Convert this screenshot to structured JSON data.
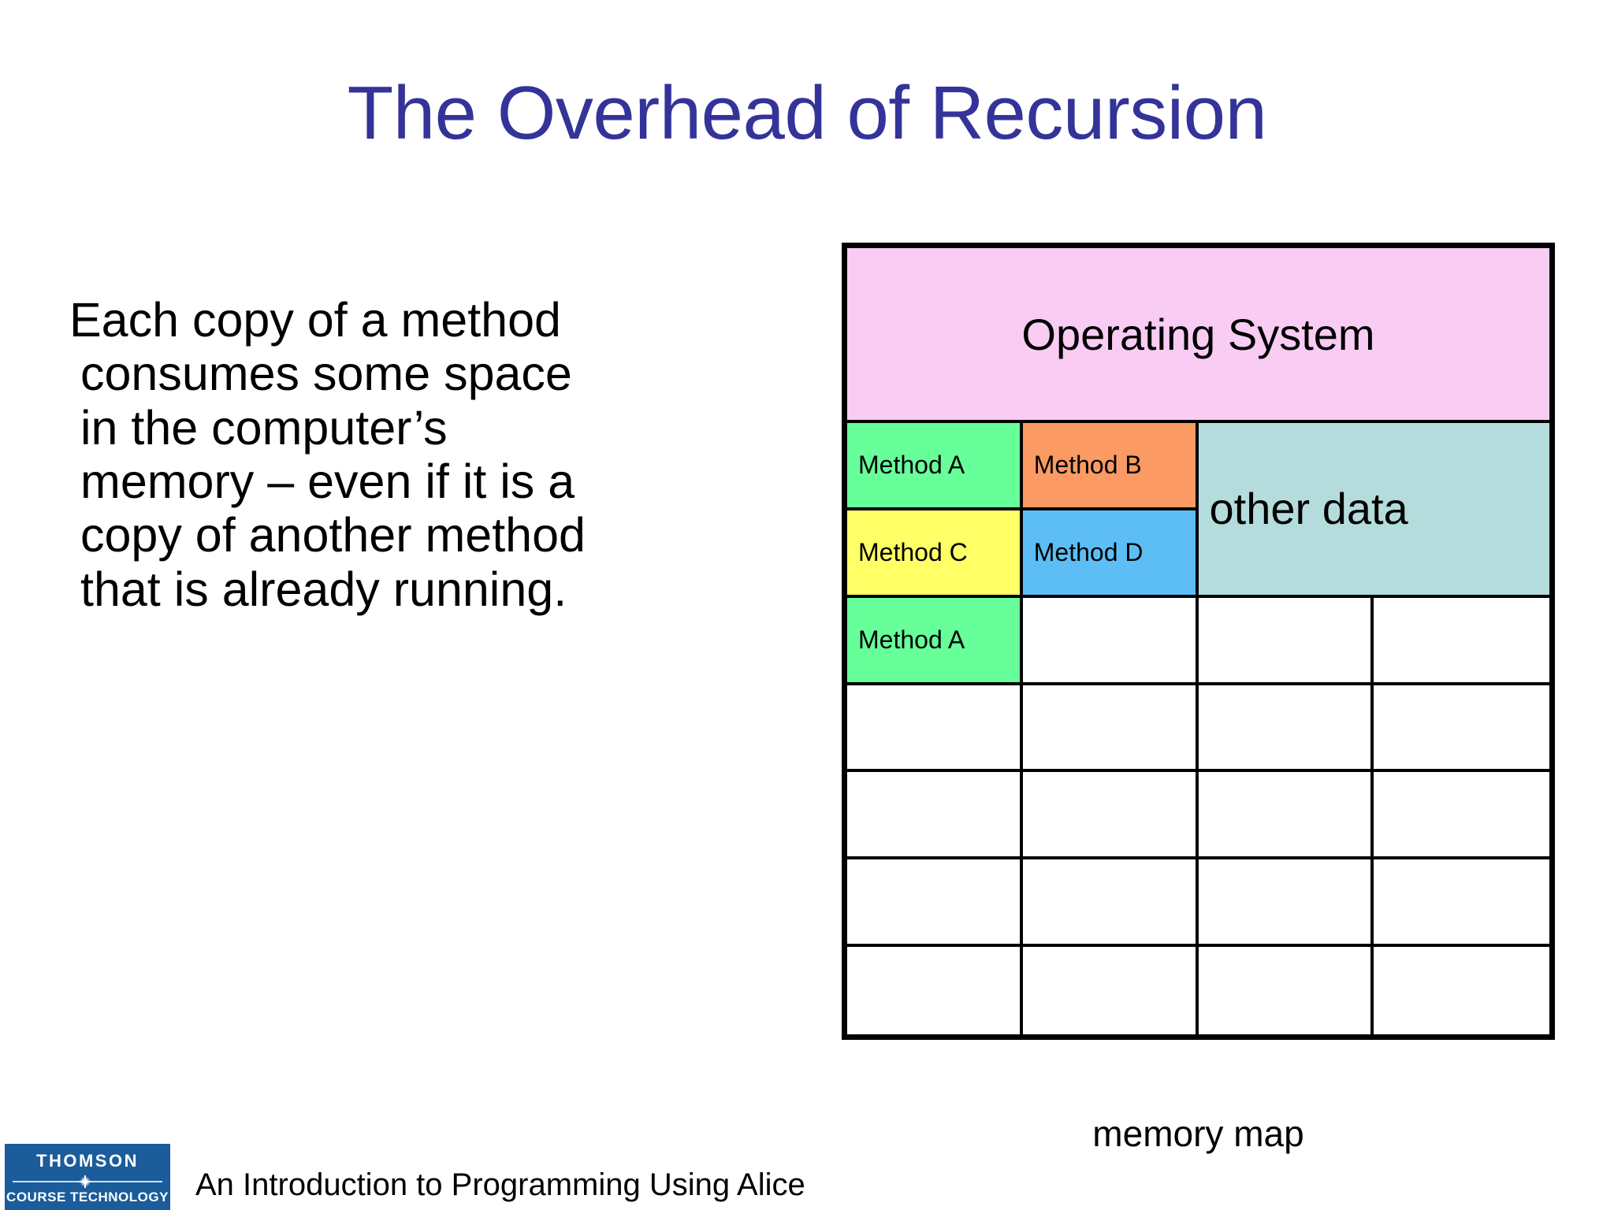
{
  "slide": {
    "title": "The Overhead of Recursion",
    "title_color": "#333399",
    "background": "#FFFFFF"
  },
  "body": {
    "paragraph": "Each copy of a method consumes some space in the computer’s memory – even if it is  a copy of another method that is already running.",
    "lines": [
      "Each copy of a method",
      "consumes some space",
      "in the computer’s",
      "memory – even if it is  a",
      "copy of another method",
      "that is already running."
    ]
  },
  "memory_map": {
    "caption": "memory map",
    "border_color": "#000000",
    "columns": 4,
    "rows": [
      {
        "id": "os-row",
        "cells": [
          {
            "label": "Operating System",
            "color": "#F9CCF4",
            "colspan": 4,
            "style": "os"
          }
        ]
      },
      {
        "id": "frame-row-1",
        "cells": [
          {
            "label": "Method A",
            "color": "#66FF99",
            "colspan": 1,
            "style": "method"
          },
          {
            "label": "Method B",
            "color": "#FB9A63",
            "colspan": 1,
            "style": "method"
          },
          {
            "label": "other data",
            "color": "#B5DCDC",
            "colspan": 2,
            "rowspan": 2,
            "style": "other"
          }
        ]
      },
      {
        "id": "frame-row-2",
        "cells": [
          {
            "label": "Method C",
            "color": "#FFFF66",
            "colspan": 1,
            "style": "method"
          },
          {
            "label": "Method D",
            "color": "#5CBEF5",
            "colspan": 1,
            "style": "method"
          }
        ]
      },
      {
        "id": "frame-row-3",
        "cells": [
          {
            "label": "Method A",
            "color": "#66FF99",
            "colspan": 1,
            "style": "method"
          },
          {
            "label": "",
            "color": "#FFFFFF",
            "colspan": 1,
            "style": "empty"
          },
          {
            "label": "",
            "color": "#FFFFFF",
            "colspan": 1,
            "style": "empty"
          },
          {
            "label": "",
            "color": "#FFFFFF",
            "colspan": 1,
            "style": "empty"
          }
        ]
      },
      {
        "id": "empty-row-1",
        "cells": [
          {
            "label": "",
            "color": "#FFFFFF",
            "colspan": 1,
            "style": "empty"
          },
          {
            "label": "",
            "color": "#FFFFFF",
            "colspan": 1,
            "style": "empty"
          },
          {
            "label": "",
            "color": "#FFFFFF",
            "colspan": 1,
            "style": "empty"
          },
          {
            "label": "",
            "color": "#FFFFFF",
            "colspan": 1,
            "style": "empty"
          }
        ]
      },
      {
        "id": "empty-row-2",
        "cells": [
          {
            "label": "",
            "color": "#FFFFFF",
            "colspan": 1,
            "style": "empty"
          },
          {
            "label": "",
            "color": "#FFFFFF",
            "colspan": 1,
            "style": "empty"
          },
          {
            "label": "",
            "color": "#FFFFFF",
            "colspan": 1,
            "style": "empty"
          },
          {
            "label": "",
            "color": "#FFFFFF",
            "colspan": 1,
            "style": "empty"
          }
        ]
      },
      {
        "id": "empty-row-3",
        "cells": [
          {
            "label": "",
            "color": "#FFFFFF",
            "colspan": 1,
            "style": "empty"
          },
          {
            "label": "",
            "color": "#FFFFFF",
            "colspan": 1,
            "style": "empty"
          },
          {
            "label": "",
            "color": "#FFFFFF",
            "colspan": 1,
            "style": "empty"
          },
          {
            "label": "",
            "color": "#FFFFFF",
            "colspan": 1,
            "style": "empty"
          }
        ]
      },
      {
        "id": "empty-row-4",
        "cells": [
          {
            "label": "",
            "color": "#FFFFFF",
            "colspan": 1,
            "style": "empty"
          },
          {
            "label": "",
            "color": "#FFFFFF",
            "colspan": 1,
            "style": "empty"
          },
          {
            "label": "",
            "color": "#FFFFFF",
            "colspan": 1,
            "style": "empty"
          },
          {
            "label": "",
            "color": "#FFFFFF",
            "colspan": 1,
            "style": "empty"
          }
        ]
      }
    ]
  },
  "footer": {
    "logo": {
      "brand": "THOMSON",
      "sub_brand": "COURSE TECHNOLOGY",
      "background": "#1B5C9B",
      "icon": "star-burst-icon"
    },
    "text": "An Introduction to Programming Using Alice"
  }
}
